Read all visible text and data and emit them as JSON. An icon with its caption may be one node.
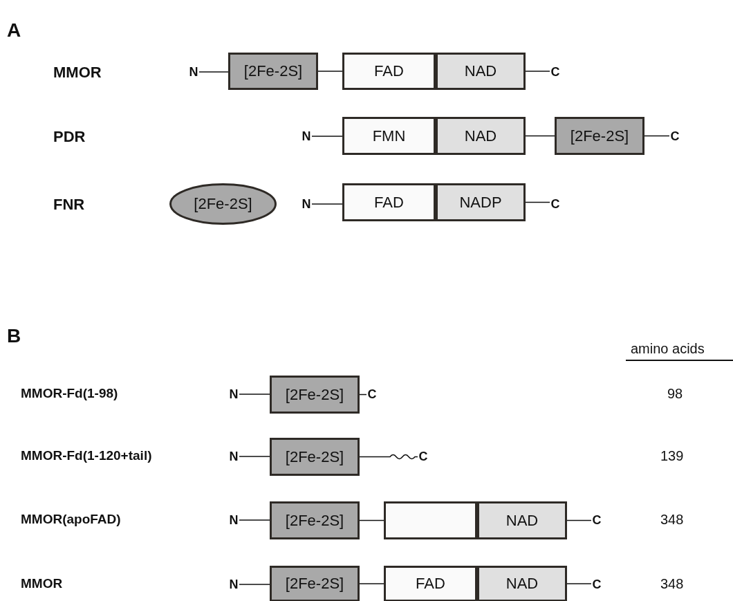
{
  "diagram": {
    "nodes": [
      {
        "text": [
          "N"
        ]
      },
      {
        "text": [
          "[2Fe-2S]"
        ]
      },
      {
        "text": [
          "FAD"
        ]
      },
      {
        "text": [
          "NAD"
        ]
      },
      {
        "text": [
          "C"
        ]
      },
      {
        "text": [
          "N"
        ]
      },
      {
        "text": [
          "FMN"
        ]
      },
      {
        "text": [
          "NAD"
        ]
      },
      {
        "text": [
          "[2Fe-2S]"
        ]
      },
      {
        "text": [
          "C"
        ]
      },
      {
        "text": [
          "[2Fe-2S]"
        ]
      },
      {
        "text": [
          "N"
        ]
      },
      {
        "text": [
          "FAD"
        ]
      },
      {
        "text": [
          "NADP"
        ]
      },
      {
        "text": [
          "C"
        ]
      },
      {
        "text": [
          "N"
        ]
      },
      {
        "text": [
          "[2Fe-2S]"
        ]
      },
      {
        "text": [
          "C"
        ]
      },
      {
        "text": [
          "N"
        ]
      },
      {
        "text": [
          "[2Fe-2S]"
        ]
      },
      {
        "text": [
          "C"
        ]
      },
      {
        "text": [
          "N"
        ]
      },
      {
        "text": [
          "[2Fe-2S]"
        ]
      },
      {
        "text": [],
        "shape": "box"
      },
      {
        "text": [
          "NAD"
        ]
      },
      {
        "text": [
          "C"
        ]
      },
      {
        "text": [
          "N"
        ]
      },
      {
        "text": [
          "[2Fe-2S]"
        ]
      },
      {
        "text": [
          "FAD"
        ]
      },
      {
        "text": [
          "NAD"
        ]
      },
      {
        "text": [
          "C"
        ]
      }
    ],
    "edges": [
      {
        "from": 0,
        "to": 1,
        "arrow": "none"
      },
      {
        "from": 1,
        "to": 2,
        "arrow": "none"
      },
      {
        "from": 3,
        "to": 4,
        "arrow": "none"
      },
      {
        "from": 5,
        "to": 6,
        "arrow": "none"
      },
      {
        "from": 7,
        "to": 8,
        "arrow": "none"
      },
      {
        "from": 8,
        "to": 9,
        "arrow": "none"
      },
      {
        "from": 11,
        "to": 12,
        "arrow": "none"
      },
      {
        "from": 13,
        "to": 14,
        "arrow": "none"
      },
      {
        "from": 15,
        "to": 16,
        "arrow": "none"
      },
      {
        "from": 16,
        "to": 17,
        "arrow": "none"
      },
      {
        "from": 18,
        "to": 19,
        "arrow": "none"
      },
      {
        "from": 19,
        "to": 20,
        "arrow": "none"
      },
      {
        "from": 21,
        "to": 22,
        "arrow": "none"
      },
      {
        "from": 22,
        "to": 23,
        "arrow": "none"
      },
      {
        "from": 24,
        "to": 25,
        "arrow": "none"
      },
      {
        "from": 26,
        "to": 27,
        "arrow": "none"
      },
      {
        "from": 27,
        "to": 28,
        "arrow": "none"
      },
      {
        "from": 29,
        "to": 30,
        "arrow": "none"
      }
    ],
    "labels": [
      "A",
      "MMOR",
      "PDR",
      "FNR",
      "B",
      "amino acids",
      "MMOR-Fd(1-98)",
      "98",
      "MMOR-Fd(1-120+tail)",
      "139",
      "MMOR(apoFAD)",
      "348",
      "MMOR",
      "348"
    ]
  }
}
